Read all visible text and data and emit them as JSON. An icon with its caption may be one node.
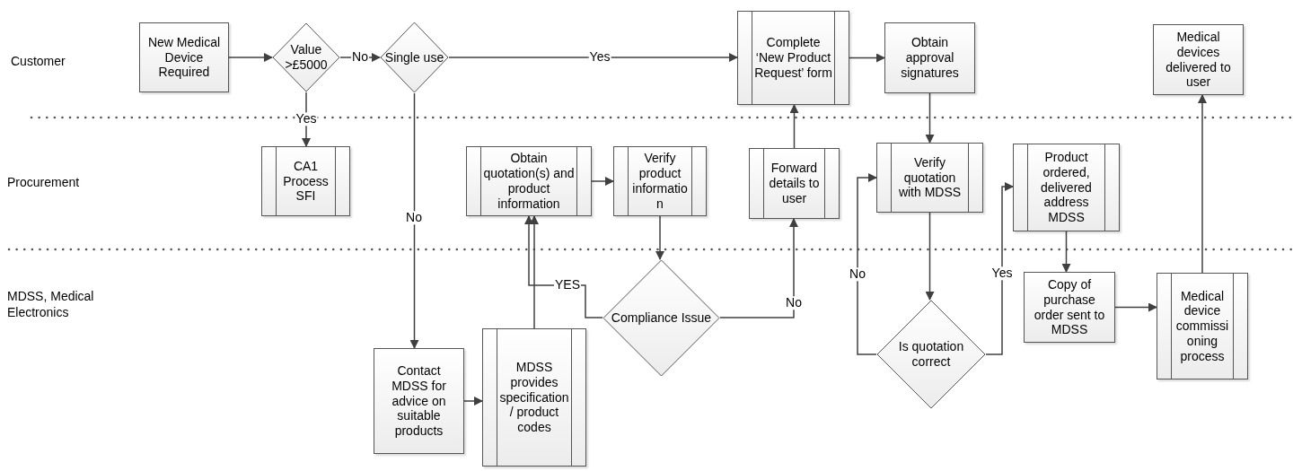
{
  "diagram": {
    "nodes": [
      {
        "text": [
          "New Medical Device Required"
        ]
      },
      {
        "text": [
          "Value >£5000"
        ]
      },
      {
        "text": [
          "Single use"
        ]
      },
      {
        "text": [
          "Complete ‘New Product Request’ form"
        ]
      },
      {
        "text": [
          "Obtain approval signatures"
        ]
      },
      {
        "text": [
          "Medical devices delivered to user"
        ]
      },
      {
        "text": [
          "CA1 Process SFI"
        ]
      },
      {
        "text": [
          "Obtain quotation(s) and product information"
        ]
      },
      {
        "text": [
          "Verify product information"
        ]
      },
      {
        "text": [
          "Forward details to user"
        ]
      },
      {
        "text": [
          "Verify quotation with MDSS"
        ]
      },
      {
        "text": [
          "Product ordered, delivered address MDSS"
        ]
      },
      {
        "text": [
          "Compliance Issue"
        ]
      },
      {
        "text": [
          "Contact MDSS for advice on suitable products"
        ]
      },
      {
        "text": [
          "MDSS provides specification/ product codes"
        ]
      },
      {
        "text": [
          "Is quotation correct"
        ]
      },
      {
        "text": [
          "Copy of purchase order sent to MDSS"
        ]
      },
      {
        "text": [
          "Medical device commissioning process"
        ]
      }
    ],
    "edges": [
      {
        "from": 0,
        "to": 1,
        "arrow": "to"
      },
      {
        "from": 1,
        "to": 2,
        "arrow": "to",
        "label": "No"
      },
      {
        "from": 2,
        "to": 3,
        "arrow": "to",
        "label": "Yes"
      },
      {
        "from": 1,
        "to": 6,
        "arrow": "to",
        "label": "Yes"
      },
      {
        "from": 2,
        "to": 13,
        "arrow": "to",
        "label": "No"
      },
      {
        "from": 3,
        "to": 4,
        "arrow": "to"
      },
      {
        "from": 4,
        "to": 10,
        "arrow": "to"
      },
      {
        "from": 7,
        "to": 8,
        "arrow": "to"
      },
      {
        "from": 8,
        "to": 12,
        "arrow": "to"
      },
      {
        "from": 12,
        "to": 7,
        "arrow": "to",
        "label": "YES"
      },
      {
        "from": 14,
        "to": 7,
        "arrow": "to"
      },
      {
        "from": 12,
        "to": 9,
        "arrow": "to",
        "label": "No"
      },
      {
        "from": 9,
        "to": 3,
        "arrow": "to"
      },
      {
        "from": 13,
        "to": 14,
        "arrow": "to"
      },
      {
        "from": 15,
        "to": 10,
        "arrow": "to",
        "label": "No"
      },
      {
        "from": 15,
        "to": 11,
        "arrow": "to",
        "label": "Yes"
      },
      {
        "from": 10,
        "to": 15,
        "arrow": "to"
      },
      {
        "from": 11,
        "to": 16,
        "arrow": "to"
      },
      {
        "from": 16,
        "to": 17,
        "arrow": "to"
      },
      {
        "from": 17,
        "to": 5,
        "arrow": "to"
      }
    ],
    "labels": [
      "Customer",
      "Procurement",
      "MDSS, Medical Electronics"
    ]
  }
}
